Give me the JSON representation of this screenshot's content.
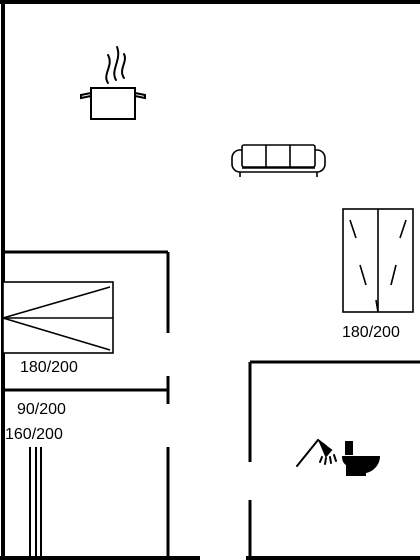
{
  "floorplan": {
    "rooms": {
      "living_room": {
        "bed_size": "180/200"
      },
      "bedroom_1": {
        "bed_size": "180/200"
      },
      "bedroom_2": {
        "bed_sizes": [
          "90/200",
          "160/200"
        ]
      },
      "bathroom": {}
    },
    "icons": [
      "cooking-pot-icon",
      "sofa-icon",
      "double-bed-icon",
      "shower-icon",
      "toilet-icon"
    ],
    "colors": {
      "line": "#000000",
      "background": "#ffffff"
    }
  }
}
